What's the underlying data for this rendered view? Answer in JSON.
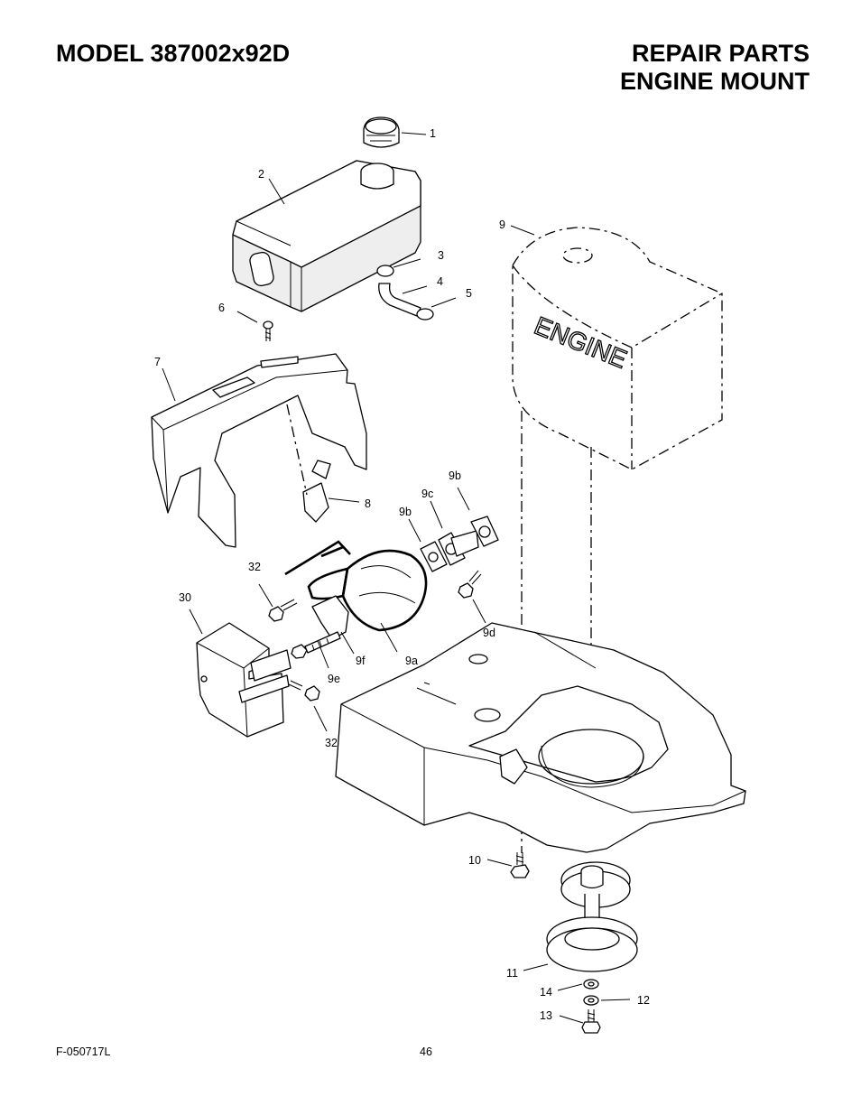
{
  "header": {
    "model": "MODEL 387002x92D",
    "section_line1": "REPAIR PARTS",
    "section_line2": "ENGINE MOUNT"
  },
  "diagram": {
    "engine_label": "ENGINE",
    "callouts": {
      "c1": "1",
      "c2": "2",
      "c3": "3",
      "c4": "4",
      "c5": "5",
      "c6": "6",
      "c7": "7",
      "c8": "8",
      "c9": "9",
      "c9b_top": "9b",
      "c9c": "9c",
      "c9b_left": "9b",
      "c9d": "9d",
      "c9a": "9a",
      "c9f": "9f",
      "c9e": "9e",
      "c32_top": "32",
      "c30": "30",
      "c32_bottom": "32",
      "c10": "10",
      "c11": "11",
      "c12": "12",
      "c13": "13",
      "c14": "14"
    }
  },
  "footer": {
    "form_code": "F-050717L",
    "page_number": "46"
  }
}
